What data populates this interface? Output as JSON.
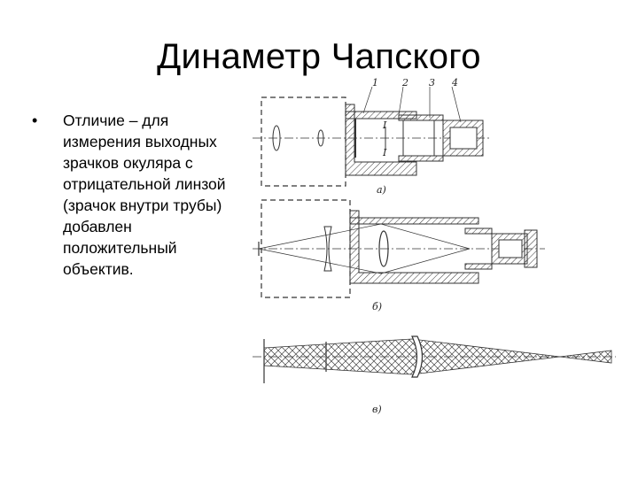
{
  "slide": {
    "title": "Динаметр Чапского",
    "bullet": "Отличие – для измерения выходных зрачков окуляра с отрицательной линзой (зрачок внутри трубы) добавлен положительный объектив."
  },
  "figure": {
    "part_numbers": [
      "1",
      "2",
      "3",
      "4"
    ],
    "sub_labels": [
      "а)",
      "б)",
      "в)"
    ],
    "mark_I": "I"
  }
}
